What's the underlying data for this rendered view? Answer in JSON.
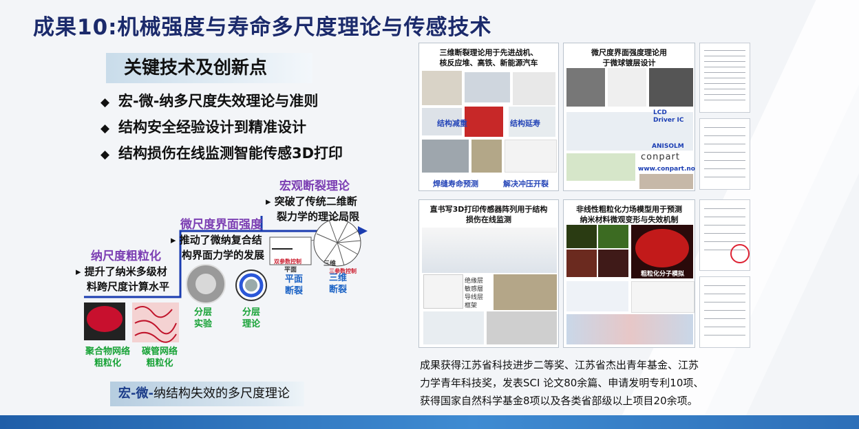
{
  "title": "成果10:机械强度与寿命多尺度理论与传感技术",
  "key_section": {
    "heading": "关键技术及创新点",
    "bullets": [
      "宏-微-纳多尺度失效理论与准则",
      "结构安全经验设计到精准设计",
      "结构损伤在线监测智能传感3D打印"
    ]
  },
  "levels": {
    "macro": {
      "title": "宏观断裂理论",
      "desc": [
        "突破了传统二维断",
        "裂力学的理论局限"
      ]
    },
    "micro": {
      "title": "微尺度界面强度",
      "desc": [
        "推动了微纳复合结",
        "构界面力学的发展"
      ]
    },
    "nano": {
      "title": "纳尺度粗粒化",
      "desc": [
        "提升了纳米多级材",
        "料跨尺度计算水平"
      ]
    }
  },
  "mini_labels": {
    "layered_exp": [
      "分层",
      "实验"
    ],
    "layered_theory": [
      "分层",
      "理论"
    ],
    "plane_fracture": [
      "平面",
      "断裂"
    ],
    "threed_fracture": [
      "三维",
      "断裂"
    ],
    "polymer": [
      "聚合物网络",
      "粗粒化"
    ],
    "cnt": [
      "碳管网络",
      "粗粒化"
    ],
    "plane_ctrl": "双参数控制",
    "plane_small": "平面",
    "threed_ctrl": "三参数控制",
    "threed_small": "三维"
  },
  "bottom_box": {
    "bold": "宏-微-",
    "rest": "纳结构失效的多尺度理论"
  },
  "panels": {
    "p1": {
      "title": [
        "三维断裂理论用于先进战机、",
        "核反应堆、高铁、新能源汽车"
      ],
      "captions": [
        "结构减重",
        "结构延寿",
        "焊缝寿命预测",
        "解决冲压开裂"
      ]
    },
    "p2": {
      "title": [
        "微尺度界面强度理论用",
        "于微球镀层设计"
      ],
      "lcd": [
        "LCD",
        "Driver IC"
      ],
      "anisolm": "ANISOLM",
      "brand": "conpart",
      "url": "www.conpart.no"
    },
    "p3": {
      "title": [
        "直书写3D打印传感器阵列用于结构",
        "损伤在线监测"
      ],
      "layers": [
        "绝缘层",
        "敏感層",
        "导线层",
        "框架"
      ]
    },
    "p4": {
      "title": [
        "非线性粗粒化力场模型用于预测",
        "纳米材料微观变形与失效机制"
      ],
      "label": "粗粒化分子模拟"
    }
  },
  "result_text": [
    "成果获得江苏省科技进步二等奖、江苏省杰出青年基金、江苏",
    "力学青年科技奖，发表SCI 论文80余篇、申请发明专利10项、",
    "获得国家自然科学基金8项以及各类省部级以上项目20余项。"
  ],
  "colors": {
    "title": "#1b2a6b",
    "level_title": "#7c3fb3",
    "green_label": "#17a236",
    "blue_label": "#1c63c5",
    "caption": "#2646b8",
    "bar": "#1f5ea8"
  }
}
